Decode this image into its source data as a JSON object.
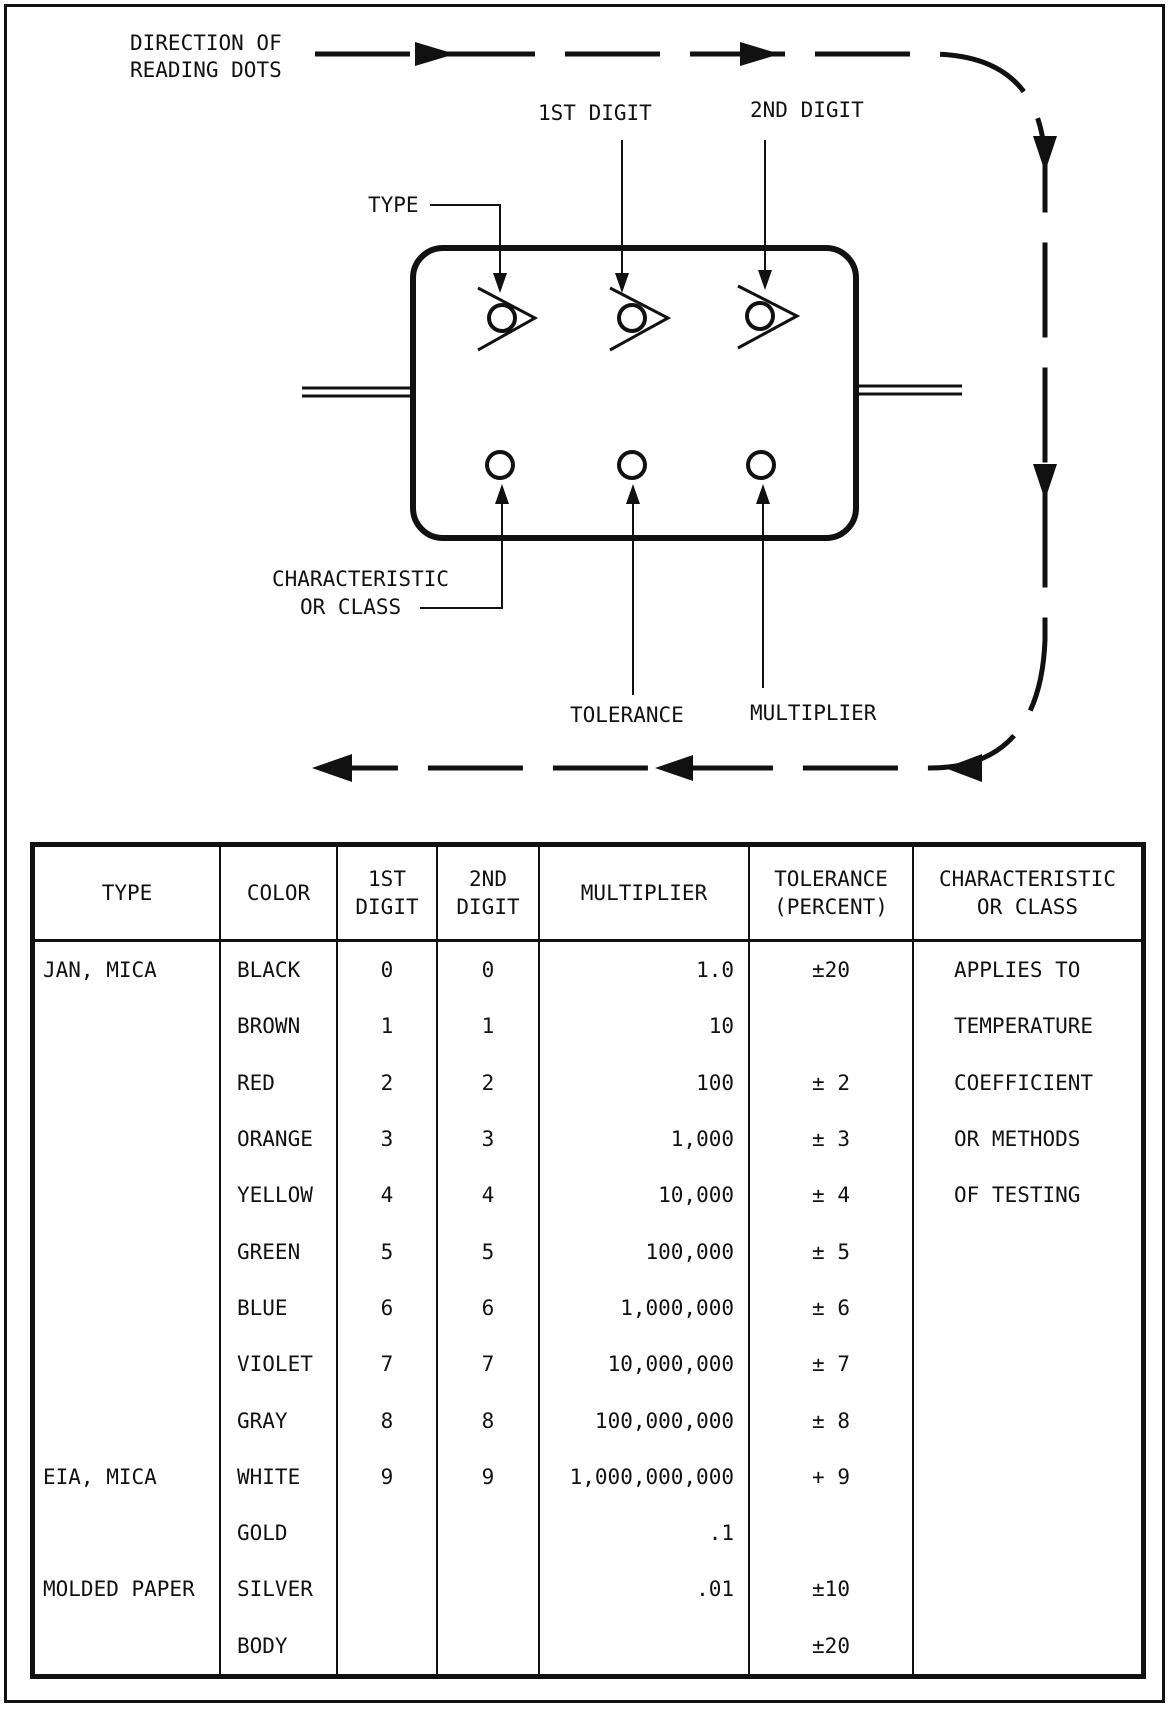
{
  "diagram": {
    "direction_line1": "DIRECTION OF",
    "direction_line2": "READING DOTS",
    "first_digit": "1ST DIGIT",
    "second_digit": "2ND DIGIT",
    "type": "TYPE",
    "characteristic_line1": "CHARACTERISTIC",
    "characteristic_line2": "OR CLASS",
    "tolerance": "TOLERANCE",
    "multiplier": "MULTIPLIER"
  },
  "table": {
    "headers": {
      "type": "TYPE",
      "color": "COLOR",
      "digit1_line1": "1ST",
      "digit1_line2": "DIGIT",
      "digit2_line1": "2ND",
      "digit2_line2": "DIGIT",
      "multiplier": "MULTIPLIER",
      "tolerance_line1": "TOLERANCE",
      "tolerance_line2": "(PERCENT)",
      "characteristic_line1": "CHARACTERISTIC",
      "characteristic_line2": "OR CLASS"
    },
    "rows": [
      {
        "type": "JAN, MICA",
        "color": "BLACK",
        "d1": "0",
        "d2": "0",
        "mult": "1.0",
        "tol": "±20",
        "char": "APPLIES TO"
      },
      {
        "type": "",
        "color": "BROWN",
        "d1": "1",
        "d2": "1",
        "mult": "10",
        "tol": "",
        "char": "TEMPERATURE"
      },
      {
        "type": "",
        "color": "RED",
        "d1": "2",
        "d2": "2",
        "mult": "100",
        "tol": "± 2",
        "char": "COEFFICIENT"
      },
      {
        "type": "",
        "color": "ORANGE",
        "d1": "3",
        "d2": "3",
        "mult": "1,000",
        "tol": "± 3",
        "char": "OR METHODS"
      },
      {
        "type": "",
        "color": "YELLOW",
        "d1": "4",
        "d2": "4",
        "mult": "10,000",
        "tol": "± 4",
        "char": "OF TESTING"
      },
      {
        "type": "",
        "color": "GREEN",
        "d1": "5",
        "d2": "5",
        "mult": "100,000",
        "tol": "± 5",
        "char": ""
      },
      {
        "type": "",
        "color": "BLUE",
        "d1": "6",
        "d2": "6",
        "mult": "1,000,000",
        "tol": "± 6",
        "char": ""
      },
      {
        "type": "",
        "color": "VIOLET",
        "d1": "7",
        "d2": "7",
        "mult": "10,000,000",
        "tol": "± 7",
        "char": ""
      },
      {
        "type": "",
        "color": "GRAY",
        "d1": "8",
        "d2": "8",
        "mult": "100,000,000",
        "tol": "± 8",
        "char": ""
      },
      {
        "type": "EIA, MICA",
        "color": "WHITE",
        "d1": "9",
        "d2": "9",
        "mult": "1,000,000,000",
        "tol": "+ 9",
        "char": ""
      },
      {
        "type": "",
        "color": "GOLD",
        "d1": "",
        "d2": "",
        "mult": ".1",
        "tol": "",
        "char": ""
      },
      {
        "type": "MOLDED PAPER",
        "color": "SILVER",
        "d1": "",
        "d2": "",
        "mult": ".01",
        "tol": "±10",
        "char": ""
      },
      {
        "type": "",
        "color": "BODY",
        "d1": "",
        "d2": "",
        "mult": "",
        "tol": "±20",
        "char": ""
      }
    ]
  }
}
